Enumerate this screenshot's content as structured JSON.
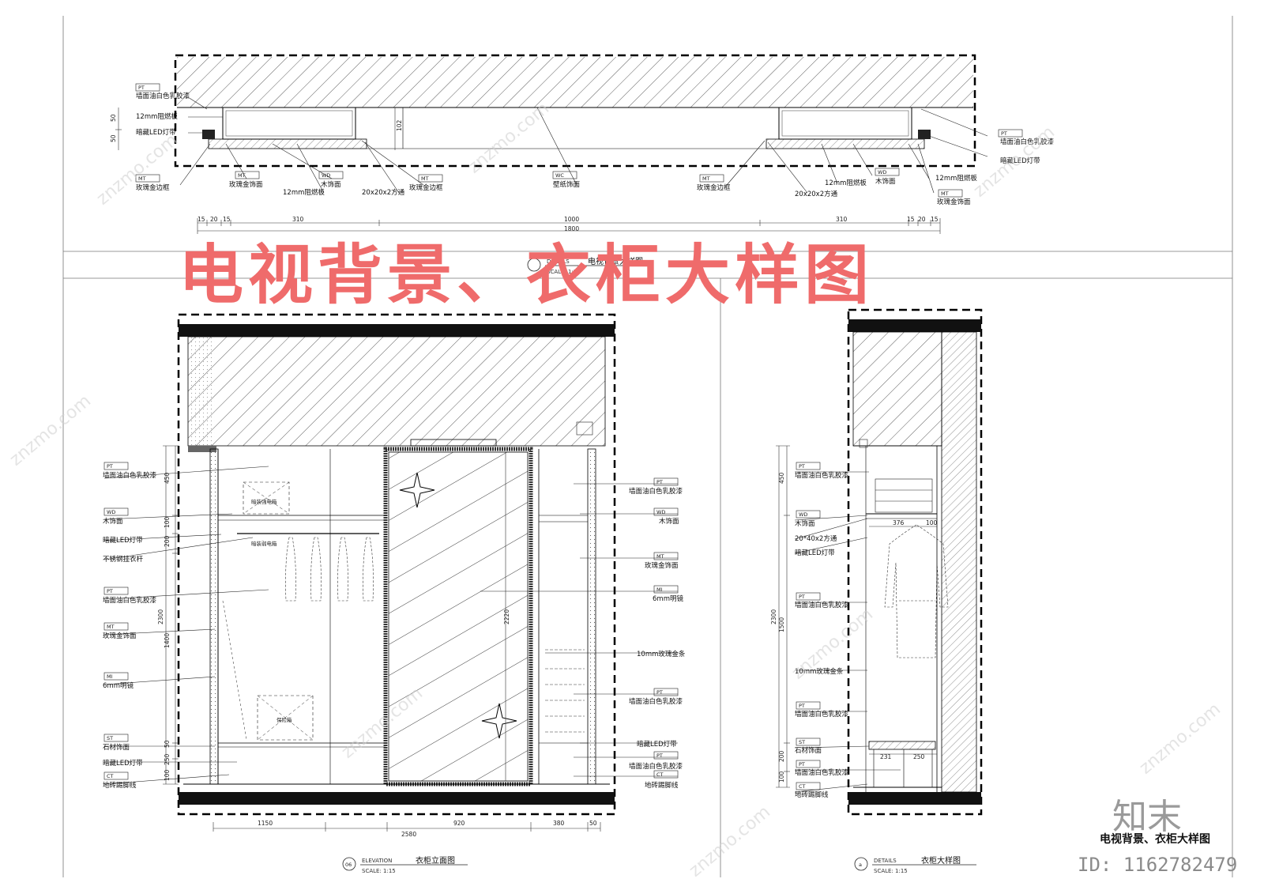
{
  "plan": {
    "labels_left_top": [
      "墙面油白色乳胶漆",
      "12mm阻燃板",
      "暗藏LED灯带"
    ],
    "labels_bottom": [
      "玫瑰金边框",
      "玫瑰金饰面",
      "12mm阻燃板",
      "木饰面",
      "20x20x2方通",
      "玫瑰金边框",
      "壁纸饰面",
      "玫瑰金边框",
      "20x20x2方通",
      "12mm阻燃板",
      "木饰面"
    ],
    "labels_right": [
      "墙面油白色乳胶漆",
      "暗藏LED灯带",
      "12mm阻燃板",
      "玫瑰金饰面"
    ],
    "tags_left": [
      "PT",
      "MT"
    ],
    "tags_bottom": [
      "MT",
      "WD",
      "MT",
      "WC",
      "MT",
      "WD"
    ],
    "tags_right": [
      "PT",
      "MT"
    ],
    "dims_left": [
      "50",
      "50"
    ],
    "dim_mid": "102",
    "dims_top": [
      "15",
      "20",
      "15",
      "310",
      "1000",
      "310",
      "15",
      "20",
      "15"
    ],
    "dim_total": "1800",
    "title": "电视背景大样图",
    "title_en": "DETAILS",
    "scale": "SCALE: 1:5"
  },
  "banner": "电视背景、衣柜大样图",
  "elevation": {
    "left_labels": [
      "墙面油白色乳胶漆",
      "木饰面",
      "暗藏LED灯带",
      "不锈钢挂衣杆",
      "墙面油白色乳胶漆",
      "玫瑰金饰面",
      "6mm明镜",
      "石材饰面",
      "暗藏LED灯带",
      "地砖踢脚线"
    ],
    "left_tags": [
      "PT",
      "WD",
      "PT",
      "MT",
      "MI",
      "ST",
      "CT"
    ],
    "right_labels": [
      "墙面油白色乳胶漆",
      "木饰面",
      "玫瑰金饰面",
      "6mm明镜",
      "10mm玫瑰金条",
      "墙面油白色乳胶漆",
      "暗藏LED灯带",
      "墙面油白色乳胶漆",
      "地砖踢脚线"
    ],
    "right_tags": [
      "PT",
      "WD",
      "MT",
      "MI",
      "PT",
      "PT",
      "CT"
    ],
    "inner_labels": [
      "暗装强电箱",
      "暗装弱电箱",
      "保险箱"
    ],
    "dims_left": [
      "450",
      "100",
      "200",
      "2300",
      "1400",
      "50",
      "250",
      "100"
    ],
    "dims_bottom": [
      "1150",
      "2580",
      "920",
      "380",
      "50"
    ],
    "dim_door": "2220",
    "title": "衣柜立面图",
    "title_en": "ELEVATION",
    "scale": "SCALE: 1:15",
    "ref": "06"
  },
  "detail": {
    "labels": [
      "墙面油白色乳胶漆",
      "木饰面",
      "20*40x2方通",
      "暗藏LED灯带",
      "墙面油白色乳胶漆",
      "10mm玫瑰金条",
      "墙面油白色乳胶漆",
      "石材饰面",
      "墙面油白色乳胶漆",
      "地砖踢脚线"
    ],
    "tags": [
      "PT",
      "WD",
      "PT",
      "PT",
      "ST",
      "PT",
      "CT"
    ],
    "dims_left": [
      "450",
      "2300",
      "1500",
      "200",
      "100"
    ],
    "dims_inner": [
      "376",
      "100",
      "231",
      "250"
    ],
    "title": "衣柜大样图",
    "title_en": "DETAILS",
    "scale": "SCALE: 1:15",
    "ref": "a"
  },
  "footer": {
    "brand": "知末",
    "caption": "电视背景、衣柜大样图",
    "id": "ID: 1162782479"
  },
  "watermark": "znzmo.com"
}
